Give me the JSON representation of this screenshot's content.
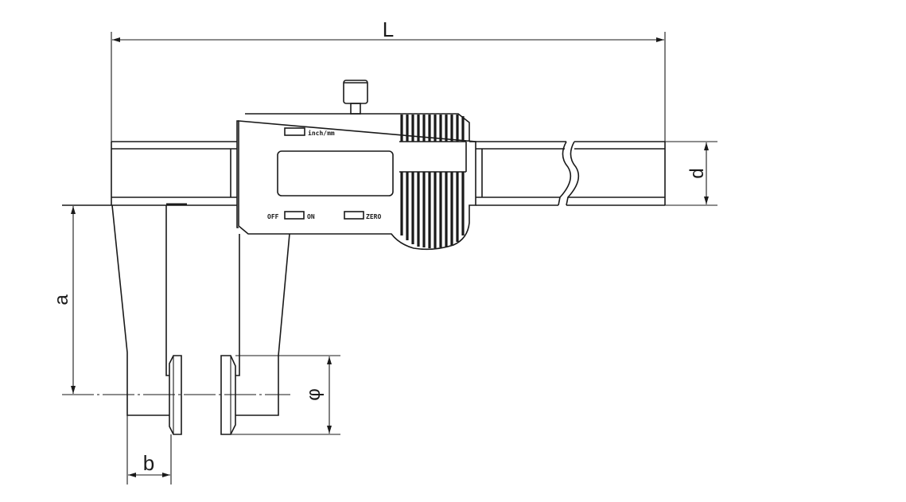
{
  "dimensions": {
    "length": "L",
    "depth": "d",
    "jaw_depth": "a",
    "jaw_width": "b",
    "disc_diameter": "φ"
  },
  "head": {
    "unit_switch_label": "inch/mm",
    "power_off_label": "OFF",
    "power_on_label": "ON",
    "zero_label": "ZERO"
  },
  "colors": {
    "line": "#1a1a1a",
    "background": "#ffffff"
  }
}
